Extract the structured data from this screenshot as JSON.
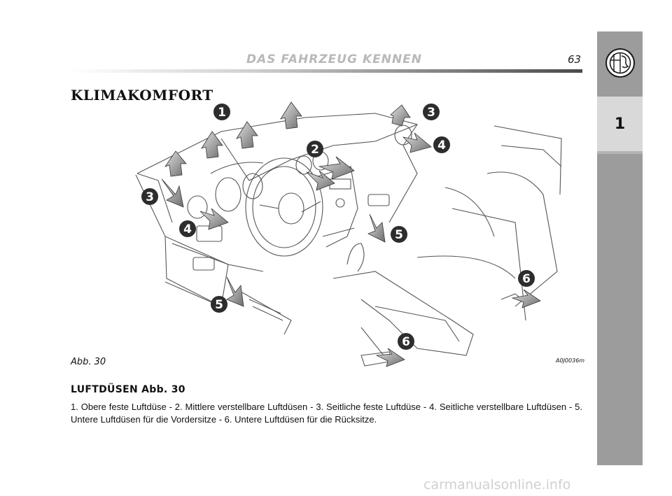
{
  "header": {
    "title": "DAS FAHRZEUG KENNEN",
    "page_number": "63"
  },
  "sidebar": {
    "chapter": "1",
    "logo_icon": "alfa-romeo-logo-icon"
  },
  "section": {
    "title": "KLIMAKOMFORT"
  },
  "figure": {
    "label": "Abb. 30",
    "code": "A0J0036m",
    "callouts": [
      "1",
      "2",
      "3",
      "3",
      "4",
      "4",
      "5",
      "5",
      "6",
      "6"
    ]
  },
  "vents": {
    "title": "LUFTDÜSEN Abb. 30",
    "text": "1. Obere feste Luftdüse - 2. Mittlere verstellbare Luftdüsen - 3. Seitliche feste Luftdüse - 4. Seitliche verstellbare Luftdüsen - 5. Untere Luftdüsen für die Vordersitze - 6. Untere Luftdüsen für die Rücksitze."
  },
  "watermark": "carmanualsonline.info"
}
